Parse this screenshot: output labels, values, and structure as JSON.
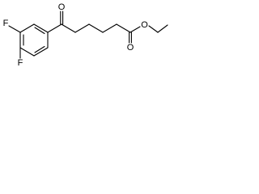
{
  "atoms": {
    "fluorine_top": "F",
    "fluorine_bottom": "F",
    "ketone_oxygen": "O",
    "ester_carbonyl_oxygen": "O",
    "ester_oxygen": "O"
  },
  "colors": {
    "bond": "#000000",
    "background": "#ffffff"
  }
}
